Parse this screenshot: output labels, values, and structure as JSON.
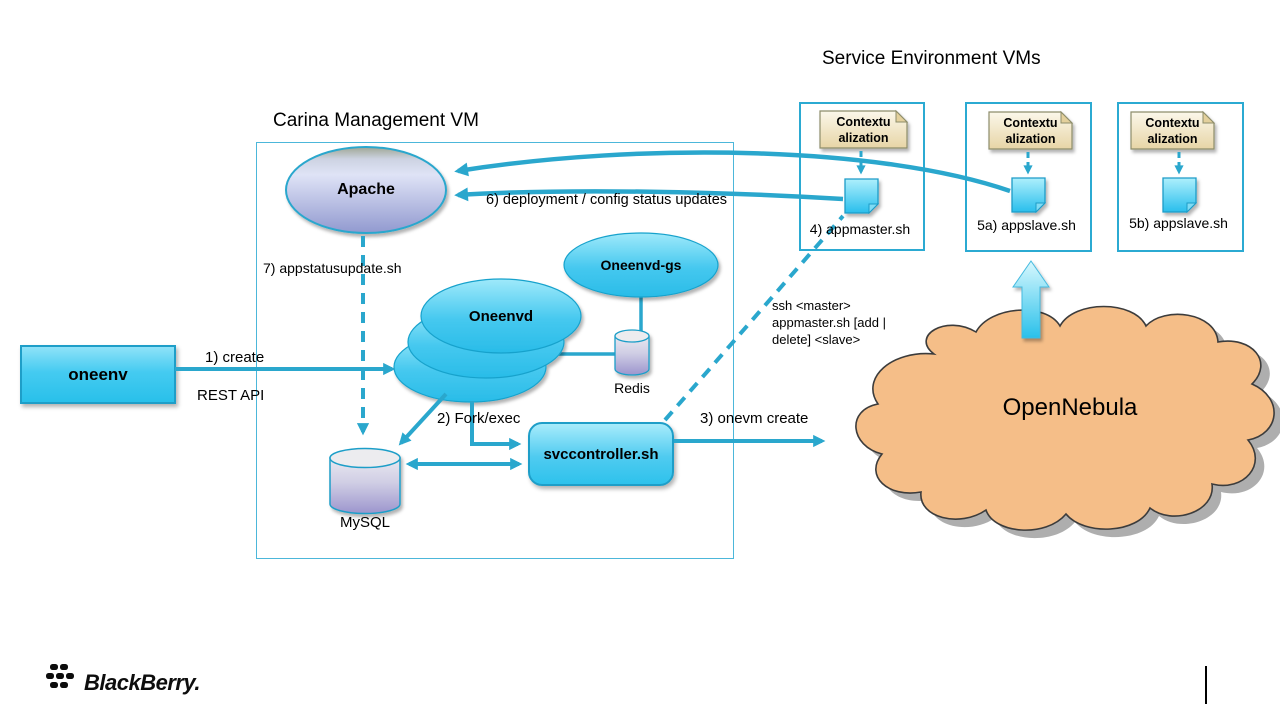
{
  "titles": {
    "management_vm": "Carina Management VM",
    "service_env": "Service Environment VMs"
  },
  "nodes": {
    "oneenv": "oneenv",
    "apache": "Apache",
    "oneenvd": "Oneenvd",
    "oneenvd_gs": "Oneenvd-gs",
    "redis": "Redis",
    "mysql": "MySQL",
    "svccontroller": "svccontroller.sh",
    "opennebula": "OpenNebula"
  },
  "service_vms": [
    {
      "ctx_line1": "Contextu",
      "ctx_line2": "alization",
      "label": "4) appmaster.sh"
    },
    {
      "ctx_line1": "Contextu",
      "ctx_line2": "alization",
      "label": "5a) appslave.sh"
    },
    {
      "ctx_line1": "Contextu",
      "ctx_line2": "alization",
      "label": "5b) appslave.sh"
    }
  ],
  "annotations": {
    "create": "1) create",
    "rest_api": "REST API",
    "fork_exec": "2) Fork/exec",
    "onevm_create": "3)  onevm create",
    "deploy_updates": "6) deployment / config status updates",
    "appstatusupdate": "7) appstatusupdate.sh",
    "ssh_line1": "ssh <master>",
    "ssh_line2": "appmaster.sh  [add |",
    "ssh_line3": "delete] <slave>"
  },
  "footer": {
    "brand": "BlackBerry."
  },
  "colors": {
    "accent_cyan": "#2aa7cd",
    "node_cyan": "#2ec2ec",
    "apache_purple": "#939cd1",
    "db_purple": "#9c95cd",
    "cloud_orange": "#f5be88",
    "ctx_tan": "#eddcb0"
  }
}
